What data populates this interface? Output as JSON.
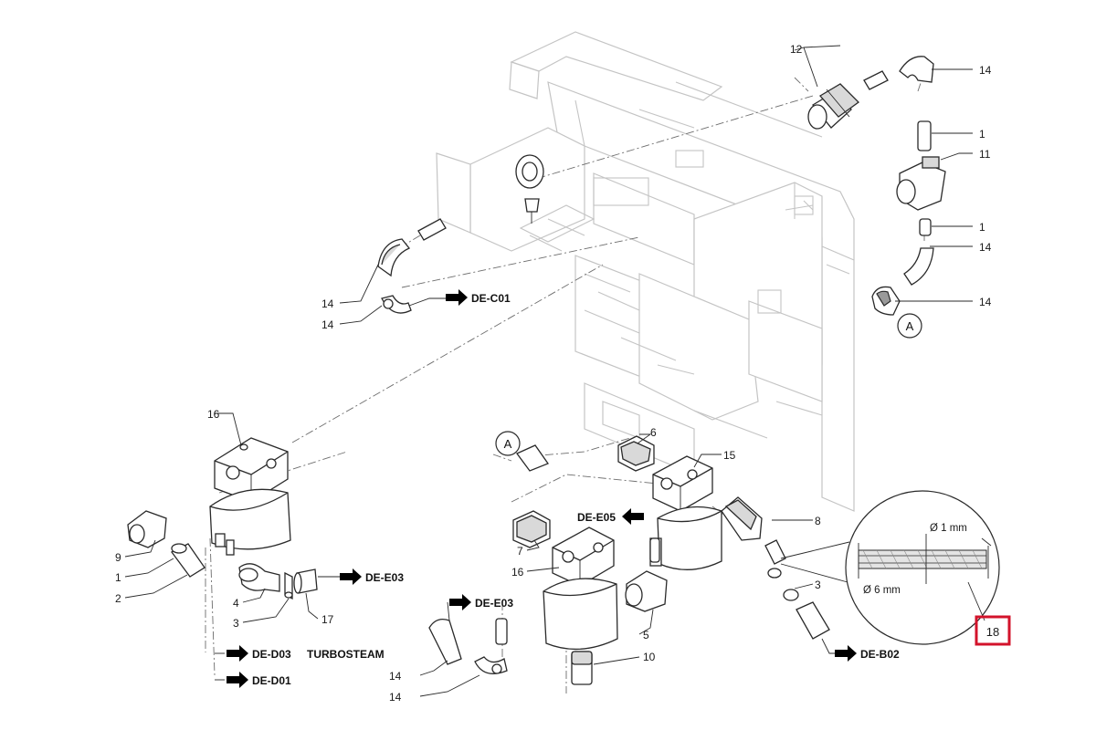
{
  "part_numbers": {
    "n12": "12",
    "n14a": "14",
    "n1a": "1",
    "n11": "11",
    "n1b": "1",
    "n14b": "14",
    "n14c": "14",
    "n14d": "14",
    "n14e": "14",
    "n16a": "16",
    "n9": "9",
    "n1c": "1",
    "n2": "2",
    "n4": "4",
    "n3a": "3",
    "n17": "17",
    "n6": "6",
    "n15": "15",
    "n8": "8",
    "n3b": "3",
    "n7": "7",
    "n16b": "16",
    "n5": "5",
    "n10": "10",
    "n14f": "14",
    "n14g": "14",
    "n18": "18"
  },
  "references": {
    "de_c01": "DE-C01",
    "de_e03_a": "DE-E03",
    "de_d03": "DE-D03",
    "turbosteam": "TURBOSTEAM",
    "de_d01": "DE-D01",
    "de_e05": "DE-E05",
    "de_e03_b": "DE-E03",
    "de_b02": "DE-B02"
  },
  "callouts": {
    "a_top": "A",
    "a_bottom": "A"
  },
  "detail": {
    "dim_1mm": "Ø 1 mm",
    "dim_6mm": "Ø 6 mm"
  },
  "colors": {
    "highlight": "#d3132b",
    "line": "#2a2a2a",
    "frame": "#c4c4c4"
  }
}
